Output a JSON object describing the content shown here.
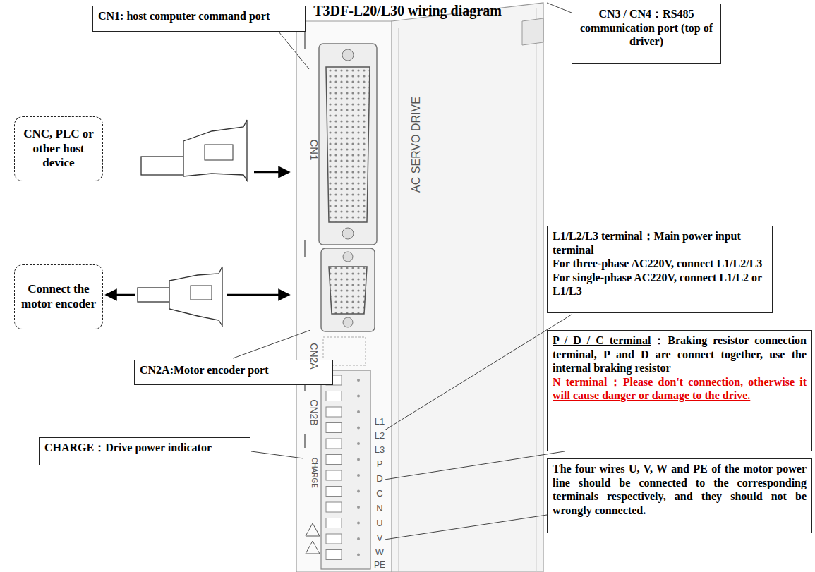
{
  "diagram": {
    "title": "T3DF-L20/L30 wiring diagram",
    "nodes": [
      {
        "text": [
          "CN1: host computer command port"
        ]
      },
      {
        "text": [
          "CNC, PLC or other host device"
        ]
      },
      {
        "text": [
          "CN3 / CN4：RS485 communication port (top of driver)"
        ]
      },
      {
        "text": [
          "Connect the motor encoder"
        ]
      },
      {
        "text": [
          "CN2A:Motor encoder port"
        ]
      },
      {
        "text": [
          "L1/L2/L3 terminal",
          "：Main power input terminal",
          "For three-phase AC220V, connect L1/L2/L3",
          "For single-phase AC220V, connect L1/L2 or L1/L3"
        ]
      },
      {
        "text": [
          "P / D / C terminal",
          "：Braking resistor connection terminal, P and D are connect together, use the internal braking resistor",
          "N terminal",
          "：Please don't connection, otherwise it will cause danger or damage to the drive."
        ]
      },
      {
        "text": [
          "CHARGE：Drive power indicator"
        ]
      },
      {
        "text": [
          "The four wires U, V, W and PE of the motor power line should be connected to the corresponding terminals respectively, and they should not be wrongly connected."
        ]
      }
    ],
    "labels": [
      "CN1",
      "AC SERVO DRIVE",
      "CN2A",
      "CN2B",
      "CHARGE",
      "L1",
      "L2",
      "L3",
      "P",
      "D",
      "C",
      "N",
      "U",
      "V",
      "W",
      "PE"
    ]
  }
}
